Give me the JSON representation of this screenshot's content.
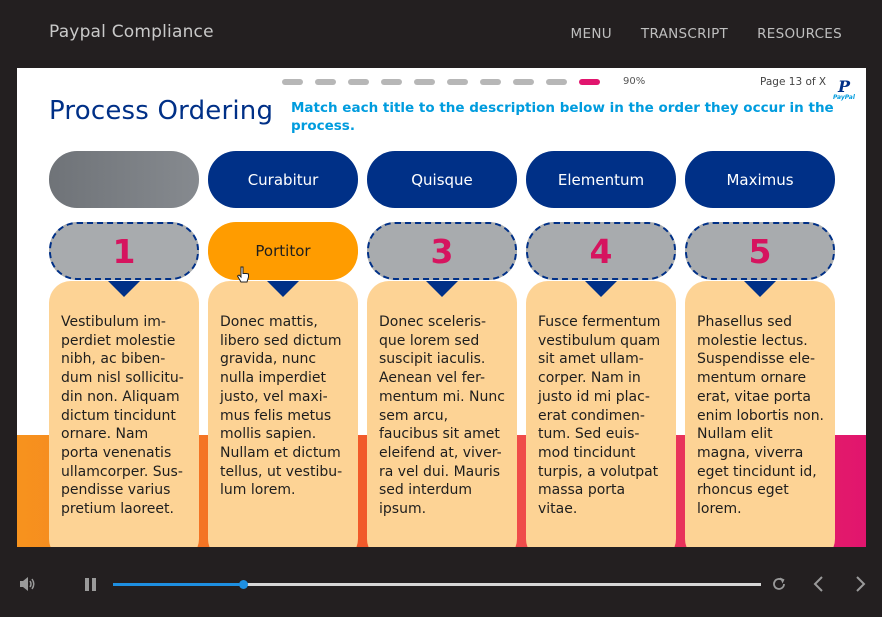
{
  "app": {
    "title": "Paypal Compliance"
  },
  "nav": {
    "menu": "MENU",
    "transcript": "TRANSCRIPT",
    "resources": "RESOURCES"
  },
  "slide": {
    "progress_label": "90%",
    "progress_fraction": 0.9,
    "progress_dots": 10,
    "active_dot": 9,
    "page_label": "Page 13 of X",
    "logo_text": "PayPal",
    "title": "Process Ordering",
    "instruction": "Match each title to the description below in the order they occur in the process.",
    "titles": [
      "",
      "Curabitur",
      "Quisque",
      "Elementum",
      "Maximus"
    ],
    "slots": [
      {
        "label": "1",
        "filled": false
      },
      {
        "label": "Portitor",
        "filled": true
      },
      {
        "label": "3",
        "filled": false
      },
      {
        "label": "4",
        "filled": false
      },
      {
        "label": "5",
        "filled": false
      }
    ],
    "descriptions": [
      "Vestibulum im-perdiet molestie nibh, ac biben-dum nisl sollicitu-din non. Aliquam dictum tincidunt ornare. Nam porta venenatis ullamcorper. Sus-pendisse varius pretium laoreet.",
      "Donec mattis, libero sed dictum gravida, nunc nulla imperdiet justo, vel maxi-mus felis metus mollis sapien. Nullam et dictum tellus, ut vestibu-lum lorem.",
      "Donec sceleris-que lorem sed suscipit iaculis. Aenean vel fer-mentum mi. Nunc sem arcu, faucibus sit amet eleifend at, viver-ra vel dui. Mauris sed interdum ipsum.",
      "Fusce fermentum vestibulum quam sit amet ullam-corper. Nam in justo id mi plac-erat condimen-tum. Sed euis-mod tincidunt turpis, a volutpat massa porta vitae.",
      "Phasellus sed molestie lectus. Suspendisse ele-mentum ornare erat, vitae porta enim lobortis non. Nullam elit magna, viverra eget tincidunt id, rhoncus eget lorem."
    ]
  },
  "player": {
    "progress_fraction": 0.2,
    "icons": {
      "volume": "volume-icon",
      "pause": "pause-icon",
      "replay": "replay-icon",
      "prev": "chevron-left-icon",
      "next": "chevron-right-icon"
    }
  },
  "colors": {
    "brand_navy": "#003087",
    "brand_blue": "#009cde",
    "accent_pink": "#d6145f",
    "slot_filled": "#ff9c00",
    "card_bg": "#fdd395"
  }
}
